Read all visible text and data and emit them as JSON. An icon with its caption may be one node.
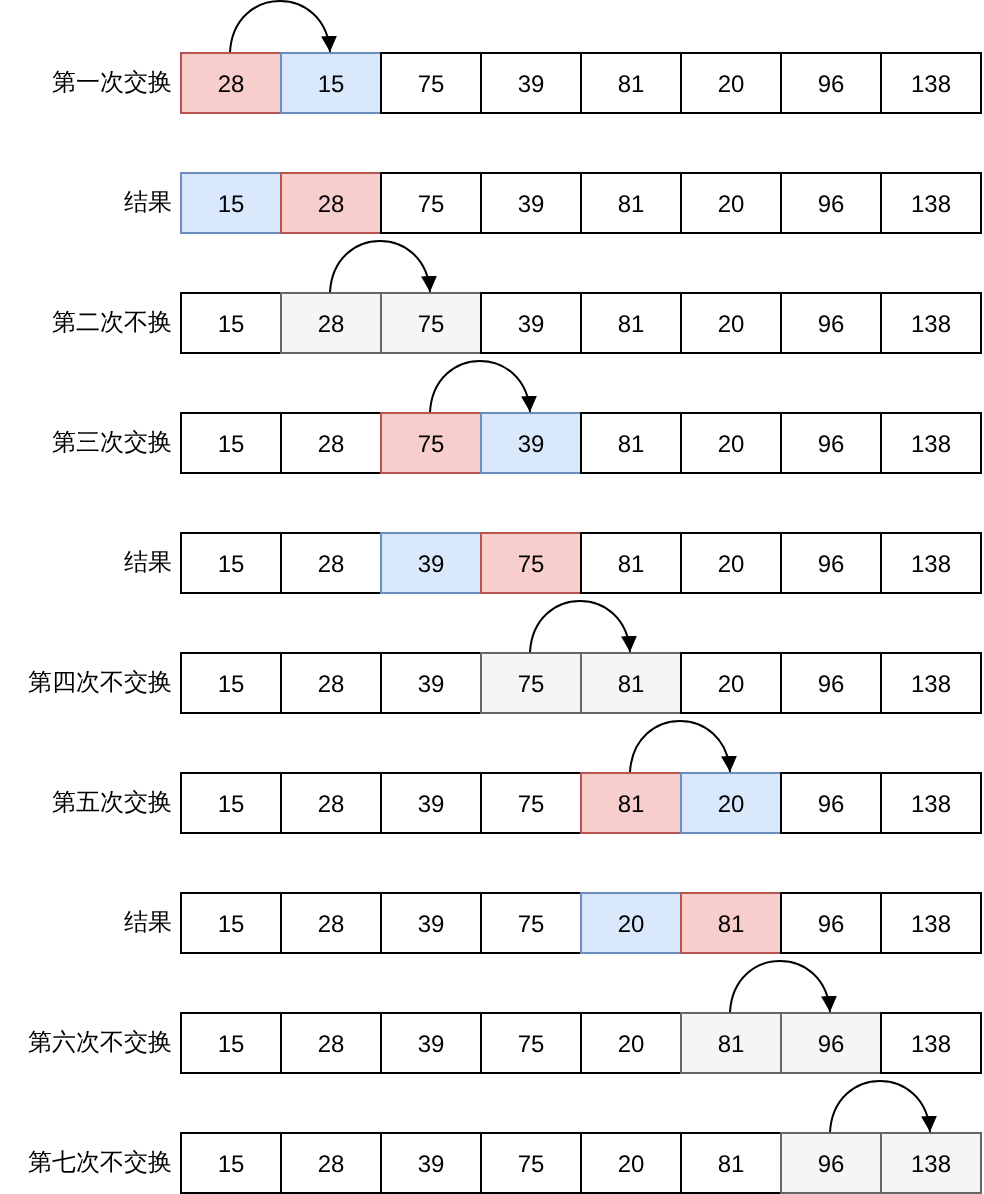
{
  "diagram": {
    "nodes": [
      {
        "text": [
          "28"
        ]
      },
      {
        "text": [
          "15"
        ]
      },
      {
        "text": [
          "75"
        ]
      },
      {
        "text": [
          "39"
        ]
      },
      {
        "text": [
          "81"
        ]
      },
      {
        "text": [
          "20"
        ]
      },
      {
        "text": [
          "96"
        ]
      },
      {
        "text": [
          "138"
        ]
      },
      {
        "text": [
          "15"
        ]
      },
      {
        "text": [
          "28"
        ]
      },
      {
        "text": [
          "75"
        ]
      },
      {
        "text": [
          "39"
        ]
      },
      {
        "text": [
          "81"
        ]
      },
      {
        "text": [
          "20"
        ]
      },
      {
        "text": [
          "96"
        ]
      },
      {
        "text": [
          "138"
        ]
      },
      {
        "text": [
          "15"
        ]
      },
      {
        "text": [
          "28"
        ]
      },
      {
        "text": [
          "75"
        ]
      },
      {
        "text": [
          "39"
        ]
      },
      {
        "text": [
          "81"
        ]
      },
      {
        "text": [
          "20"
        ]
      },
      {
        "text": [
          "96"
        ]
      },
      {
        "text": [
          "138"
        ]
      },
      {
        "text": [
          "15"
        ]
      },
      {
        "text": [
          "28"
        ]
      },
      {
        "text": [
          "75"
        ]
      },
      {
        "text": [
          "39"
        ]
      },
      {
        "text": [
          "81"
        ]
      },
      {
        "text": [
          "20"
        ]
      },
      {
        "text": [
          "96"
        ]
      },
      {
        "text": [
          "138"
        ]
      },
      {
        "text": [
          "15"
        ]
      },
      {
        "text": [
          "28"
        ]
      },
      {
        "text": [
          "39"
        ]
      },
      {
        "text": [
          "75"
        ]
      },
      {
        "text": [
          "81"
        ]
      },
      {
        "text": [
          "20"
        ]
      },
      {
        "text": [
          "96"
        ]
      },
      {
        "text": [
          "138"
        ]
      },
      {
        "text": [
          "15"
        ]
      },
      {
        "text": [
          "28"
        ]
      },
      {
        "text": [
          "39"
        ]
      },
      {
        "text": [
          "75"
        ]
      },
      {
        "text": [
          "81"
        ]
      },
      {
        "text": [
          "20"
        ]
      },
      {
        "text": [
          "96"
        ]
      },
      {
        "text": [
          "138"
        ]
      },
      {
        "text": [
          "15"
        ]
      },
      {
        "text": [
          "28"
        ]
      },
      {
        "text": [
          "39"
        ]
      },
      {
        "text": [
          "75"
        ]
      },
      {
        "text": [
          "81"
        ]
      },
      {
        "text": [
          "20"
        ]
      },
      {
        "text": [
          "96"
        ]
      },
      {
        "text": [
          "138"
        ]
      },
      {
        "text": [
          "15"
        ]
      },
      {
        "text": [
          "28"
        ]
      },
      {
        "text": [
          "39"
        ]
      },
      {
        "text": [
          "75"
        ]
      },
      {
        "text": [
          "20"
        ]
      },
      {
        "text": [
          "81"
        ]
      },
      {
        "text": [
          "96"
        ]
      },
      {
        "text": [
          "138"
        ]
      },
      {
        "text": [
          "15"
        ]
      },
      {
        "text": [
          "28"
        ]
      },
      {
        "text": [
          "39"
        ]
      },
      {
        "text": [
          "75"
        ]
      },
      {
        "text": [
          "20"
        ]
      },
      {
        "text": [
          "81"
        ]
      },
      {
        "text": [
          "96"
        ]
      },
      {
        "text": [
          "138"
        ]
      },
      {
        "text": [
          "15"
        ]
      },
      {
        "text": [
          "28"
        ]
      },
      {
        "text": [
          "39"
        ]
      },
      {
        "text": [
          "75"
        ]
      },
      {
        "text": [
          "20"
        ]
      },
      {
        "text": [
          "81"
        ]
      },
      {
        "text": [
          "96"
        ]
      },
      {
        "text": [
          "138"
        ]
      }
    ],
    "edges": [
      {
        "from": 0,
        "to": 1,
        "arrow": "to"
      },
      {
        "from": 17,
        "to": 18,
        "arrow": "to"
      },
      {
        "from": 26,
        "to": 27,
        "arrow": "to"
      },
      {
        "from": 43,
        "to": 44,
        "arrow": "to"
      },
      {
        "from": 52,
        "to": 53,
        "arrow": "to"
      },
      {
        "from": 69,
        "to": 70,
        "arrow": "to"
      },
      {
        "from": 78,
        "to": 79,
        "arrow": "to"
      }
    ],
    "labels": [
      "第一次交换",
      "结果",
      "第二次不换",
      "第三次交换",
      "结果",
      "第四次不交换",
      "第五次交换",
      "结果",
      "第六次不交换",
      "第七次不交换"
    ]
  }
}
